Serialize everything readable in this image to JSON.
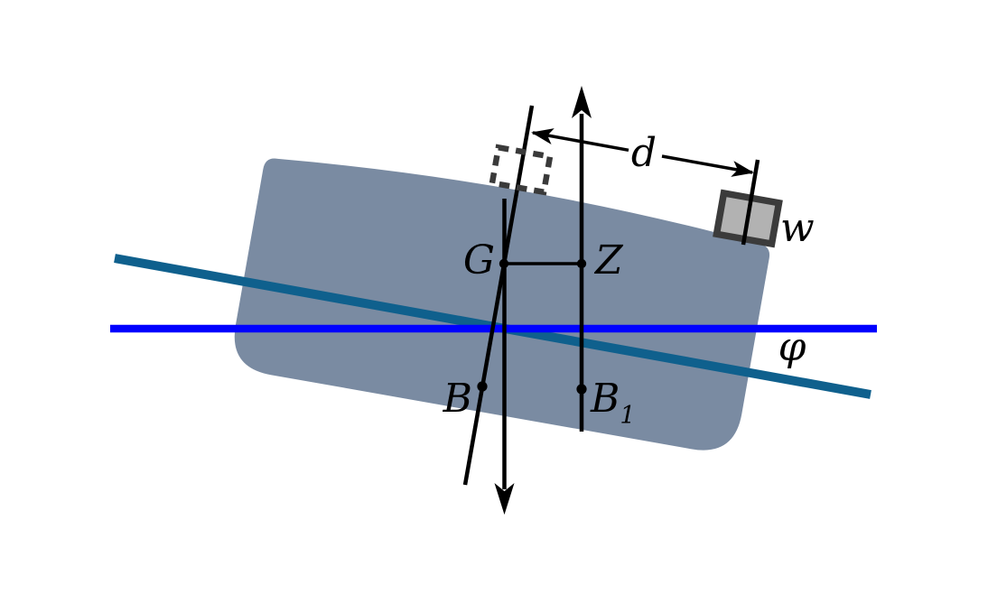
{
  "labels": {
    "center_of_gravity": "G",
    "point_z": "Z",
    "buoyancy_center": "B",
    "buoyancy_center_heeled_base": "B",
    "buoyancy_center_heeled_subscript": "1",
    "shift_distance": "d",
    "weight": "w",
    "heel_angle": "φ"
  },
  "colors": {
    "hull": "#7a8ba2",
    "waterline": "#0000ff",
    "heeled_waterline": "#0f608d",
    "ink": "#000000",
    "weight_fill": "#b2b2b2",
    "weight_border": "#3b3b3b",
    "ghost_weight_outline": "#3a3a3a"
  }
}
